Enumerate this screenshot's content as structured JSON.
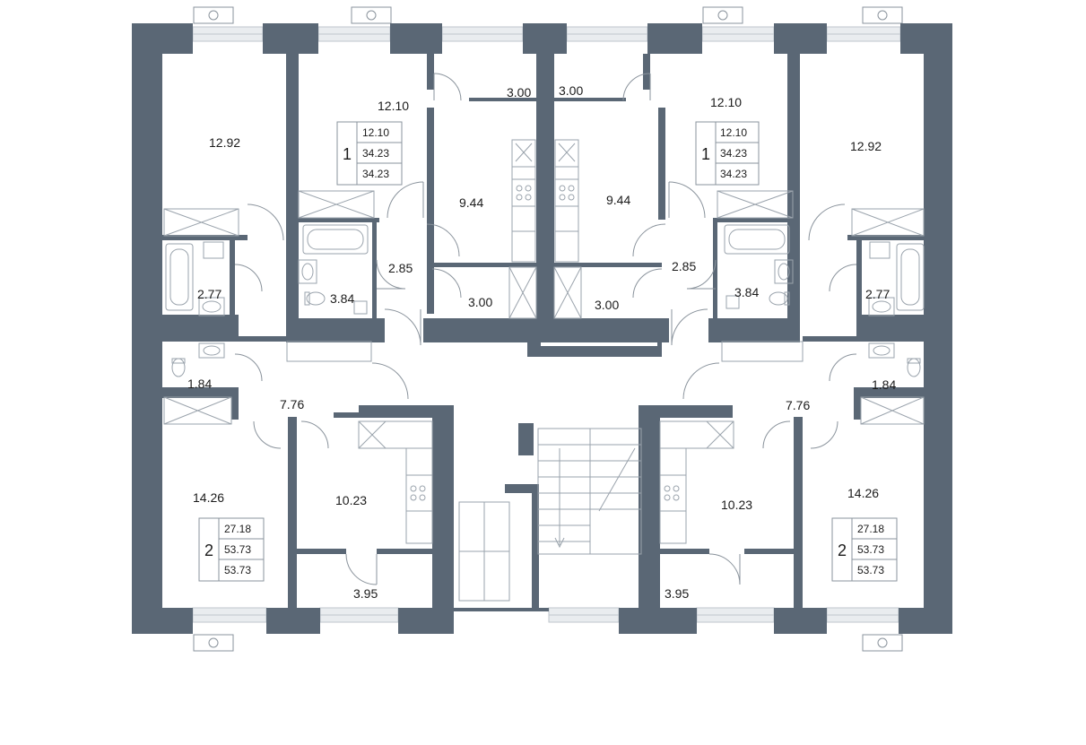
{
  "colors": {
    "wall": "#5a6775",
    "window": "#bfc6cd",
    "fixture": "#9aa3ac",
    "text": "#1b1b1b"
  },
  "rooms": {
    "r1_room": "12.92",
    "r2_room": "12.10",
    "r3_bal": "3.00",
    "r4_bal": "3.00",
    "r5_room": "12.10",
    "r6_room": "12.92",
    "r7_kitchen": "9.44",
    "r8_kitchen": "9.44",
    "r9_hall": "2.85",
    "r10_hall": "2.85",
    "r11_bath": "3.84",
    "r12_bath": "3.84",
    "r13_store": "3.00",
    "r14_store": "3.00",
    "r15_bath": "2.77",
    "r16_bath": "2.77",
    "r17_wc": "1.84",
    "r18_wc": "1.84",
    "r19_hall": "7.76",
    "r20_hall": "7.76",
    "r21_room": "14.26",
    "r22_room": "14.26",
    "r23_kitchen": "10.23",
    "r24_kitchen": "10.23",
    "r25_bal": "3.95",
    "r26_bal": "3.95"
  },
  "apartments": [
    {
      "rooms_count": "1",
      "values": [
        "12.10",
        "34.23",
        "34.23"
      ]
    },
    {
      "rooms_count": "1",
      "values": [
        "12.10",
        "34.23",
        "34.23"
      ]
    },
    {
      "rooms_count": "2",
      "values": [
        "27.18",
        "53.73",
        "53.73"
      ]
    },
    {
      "rooms_count": "2",
      "values": [
        "27.18",
        "53.73",
        "53.73"
      ]
    }
  ],
  "icons": {
    "ventilation": "fan-grille-icon",
    "stairs": "stair-flight",
    "elevator": "elevator-shaft"
  }
}
